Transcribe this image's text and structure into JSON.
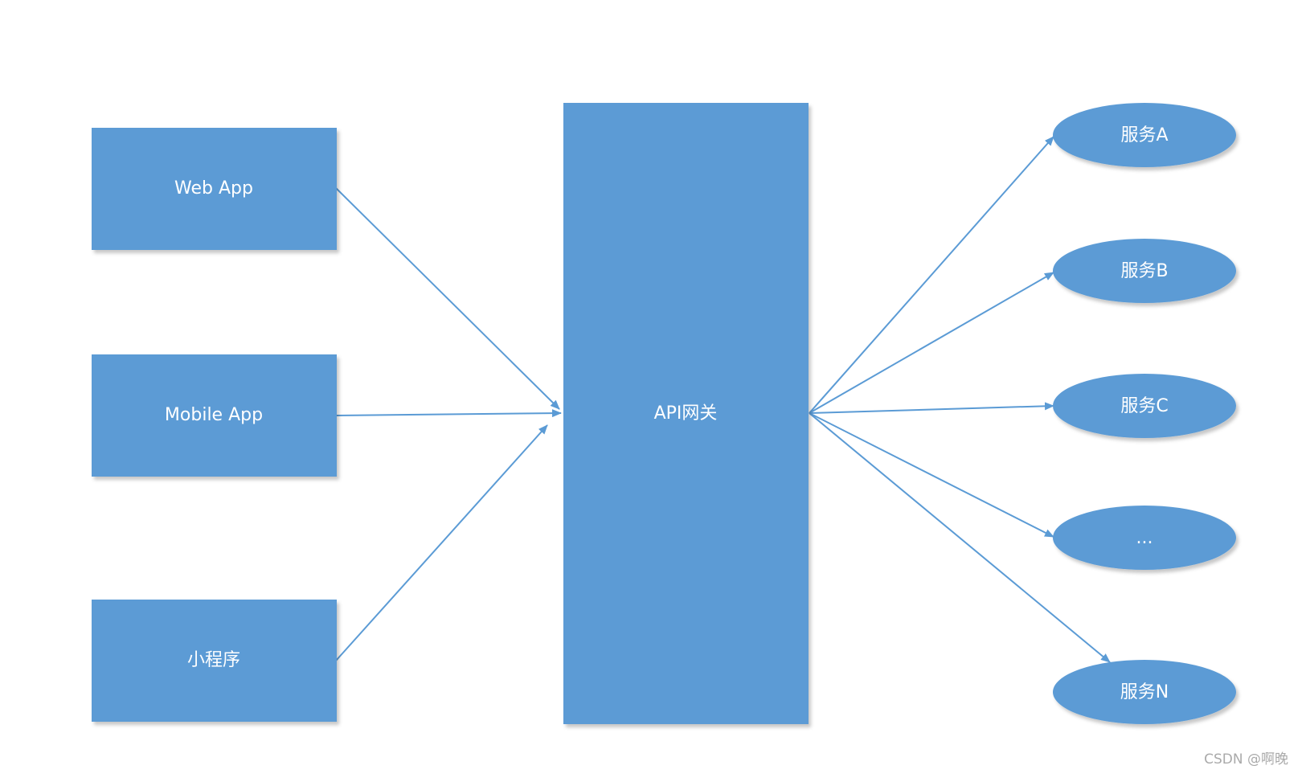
{
  "clients": [
    {
      "id": "web",
      "label": "Web App"
    },
    {
      "id": "mobile",
      "label": "Mobile App"
    },
    {
      "id": "miniprogram",
      "label": "小程序"
    }
  ],
  "gateway": {
    "label": "API网关"
  },
  "services": [
    {
      "id": "a",
      "label": "服务A"
    },
    {
      "id": "b",
      "label": "服务B"
    },
    {
      "id": "c",
      "label": "服务C"
    },
    {
      "id": "etc",
      "label": "..."
    },
    {
      "id": "n",
      "label": "服务N"
    }
  ],
  "colors": {
    "node_fill": "#5b9bd5",
    "node_text": "#ffffff",
    "edge": "#5b9bd5",
    "shadow": "#c9c9c9",
    "watermark": "#aaaaaa"
  },
  "watermark": "CSDN @啊晚"
}
